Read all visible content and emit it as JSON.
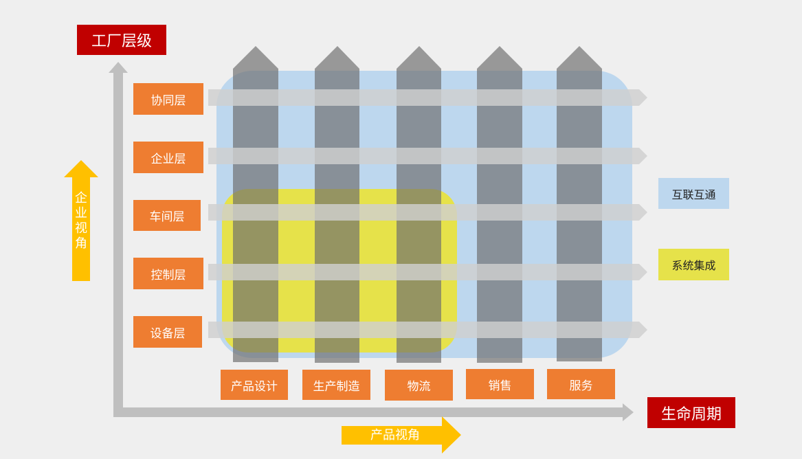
{
  "diagram": {
    "y_axis_title": "工厂层级",
    "x_axis_title": "生命周期",
    "enterprise_view": "企业视角",
    "product_view": "产品视角",
    "layers": [
      "协同层",
      "企业层",
      "车间层",
      "控制层",
      "设备层"
    ],
    "stages": [
      "产品设计",
      "生产制造",
      "物流",
      "销售",
      "服务"
    ],
    "legend": {
      "interconnect": "互联互通",
      "integration": "系统集成"
    },
    "colors": {
      "orange": "#ee7d31",
      "red": "#c00000",
      "gold": "#ffc000",
      "blue": "#bdd7ee",
      "yellow": "#e6e24a",
      "column_gray": "#7f7f7f",
      "band_gray": "#c8c8c8",
      "axis_gray": "#bfbfbf"
    }
  }
}
